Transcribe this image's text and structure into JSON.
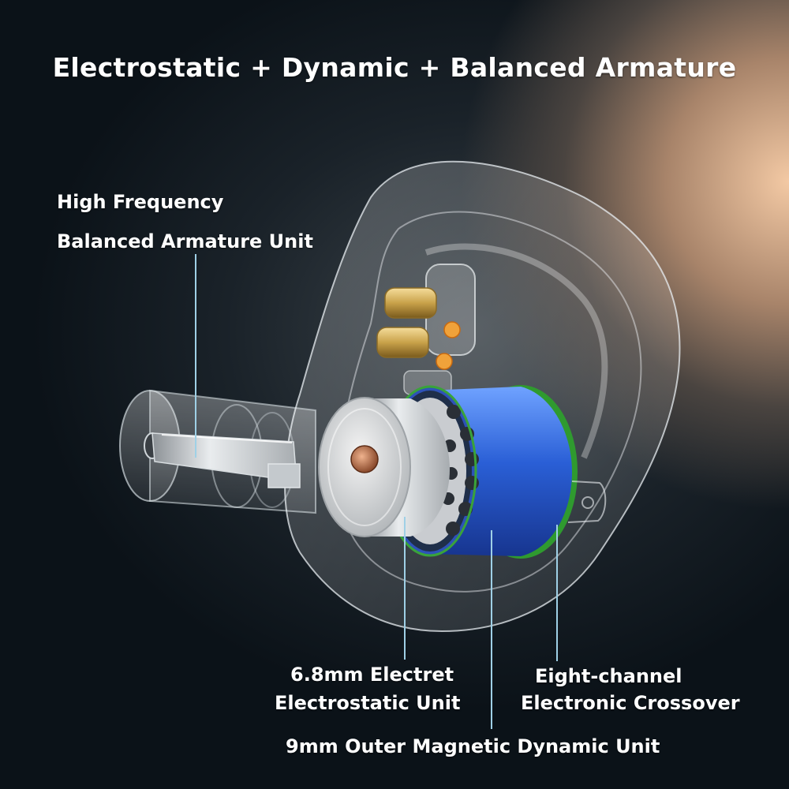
{
  "title": "Electrostatic + Dynamic + Balanced Armature",
  "labels": {
    "ba_line1": "High Frequency",
    "ba_line2": "Balanced Armature Unit",
    "electrostatic_line1": "6.8mm Electret",
    "electrostatic_line2": "Electrostatic Unit",
    "crossover_line1": "Eight-channel",
    "crossover_line2": "Electronic Crossover",
    "dynamic": "9mm Outer Magnetic Dynamic Unit"
  },
  "colors": {
    "background_dark": "#0b1218",
    "background_glow": "#f3c9a4",
    "dynamic_unit_blue": "#2a5fd6",
    "crossover_ring_green": "#3cb43c",
    "connector_gold": "#c9a24a",
    "leader_line": "#9fd0e6"
  }
}
